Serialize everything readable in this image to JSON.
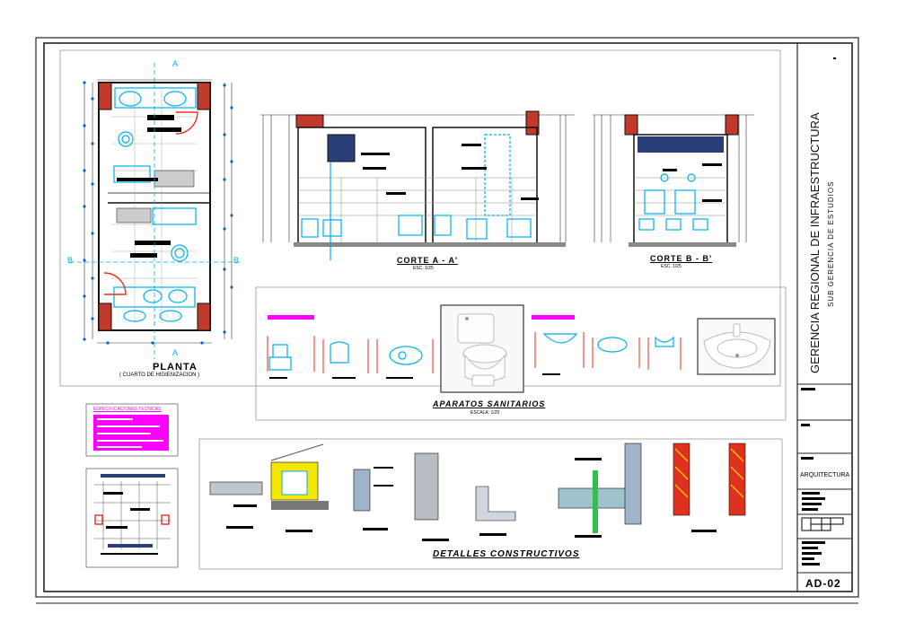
{
  "sheet": {
    "code": "AD-02",
    "discipline": "ARQUITECTURA"
  },
  "title_block": {
    "org_line1": "GERENCIA  REGIONAL  DE  INFRAESTRUCTURA",
    "org_line2": "SUB GERENCIA DE ESTUDIOS"
  },
  "plan": {
    "title": "PLANTA",
    "subtitle": "( CUARTO DE HIGIENIZACION )",
    "cut_a": "A",
    "cut_b": "B"
  },
  "section_a": {
    "title": "CORTE A - A'",
    "scale": "ESC. 1/25"
  },
  "section_b": {
    "title": "CORTE B - B'",
    "scale": "ESC. 1/25"
  },
  "fixtures": {
    "title": "APARATOS SANITARIOS",
    "scale": "ESCALA: 1/20"
  },
  "specs": {
    "title": "ESPECIFICACIONES TECNICAS"
  },
  "details": {
    "title": "DETALLES CONSTRUCTIVOS"
  },
  "colors": {
    "cyan": "#00aeef",
    "magenta": "#ff00ff",
    "red": "#e0301e",
    "brick": "#c0392b",
    "navy": "#1f3a6b",
    "yellow": "#f3e600",
    "green": "#2fbf4a"
  }
}
